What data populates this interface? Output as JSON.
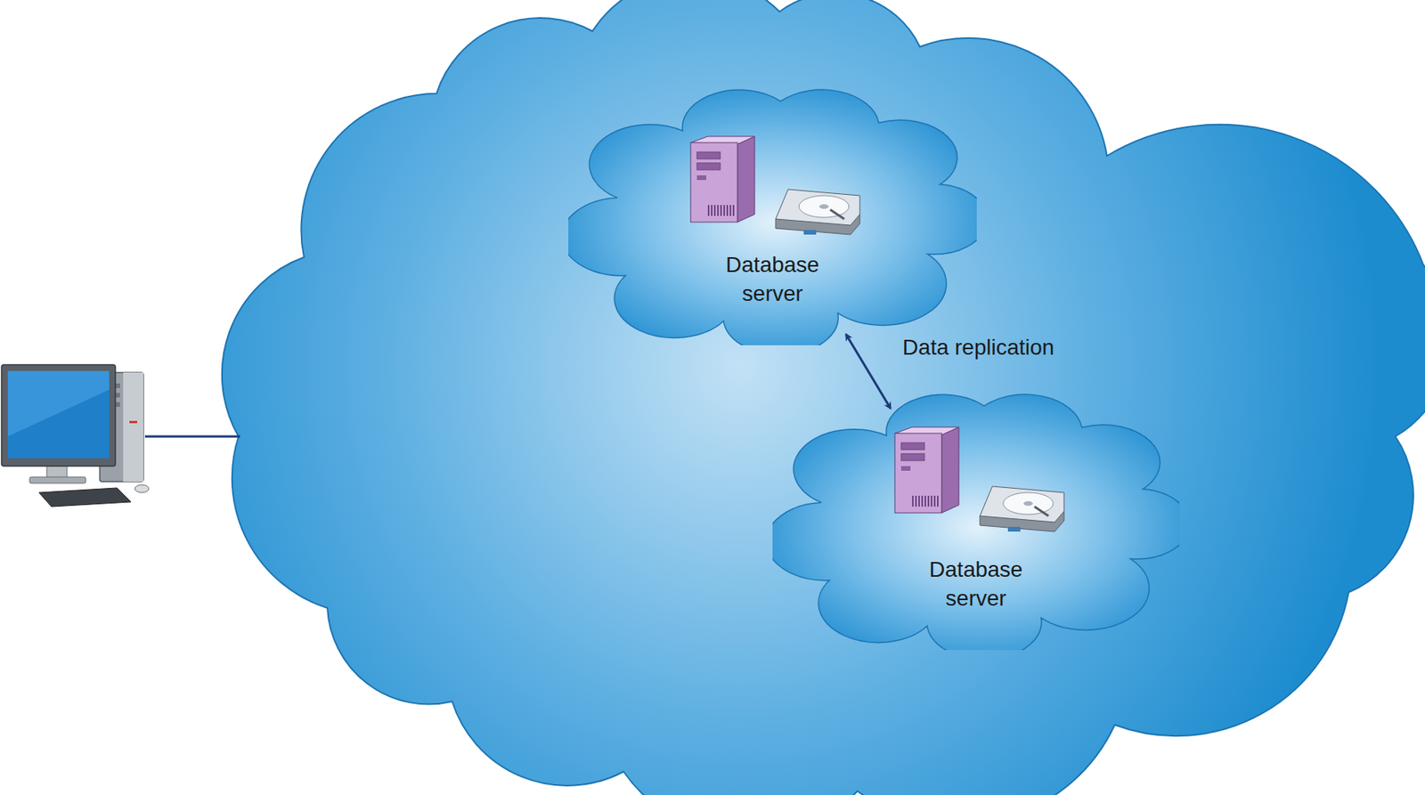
{
  "diagram": {
    "nodes": [
      {
        "text": [
          "Database server"
        ]
      },
      {
        "text": [
          "Database server"
        ]
      }
    ],
    "edges": [
      {
        "from": 0,
        "to": 1,
        "label": "Data replication",
        "arrow": "both"
      }
    ]
  }
}
